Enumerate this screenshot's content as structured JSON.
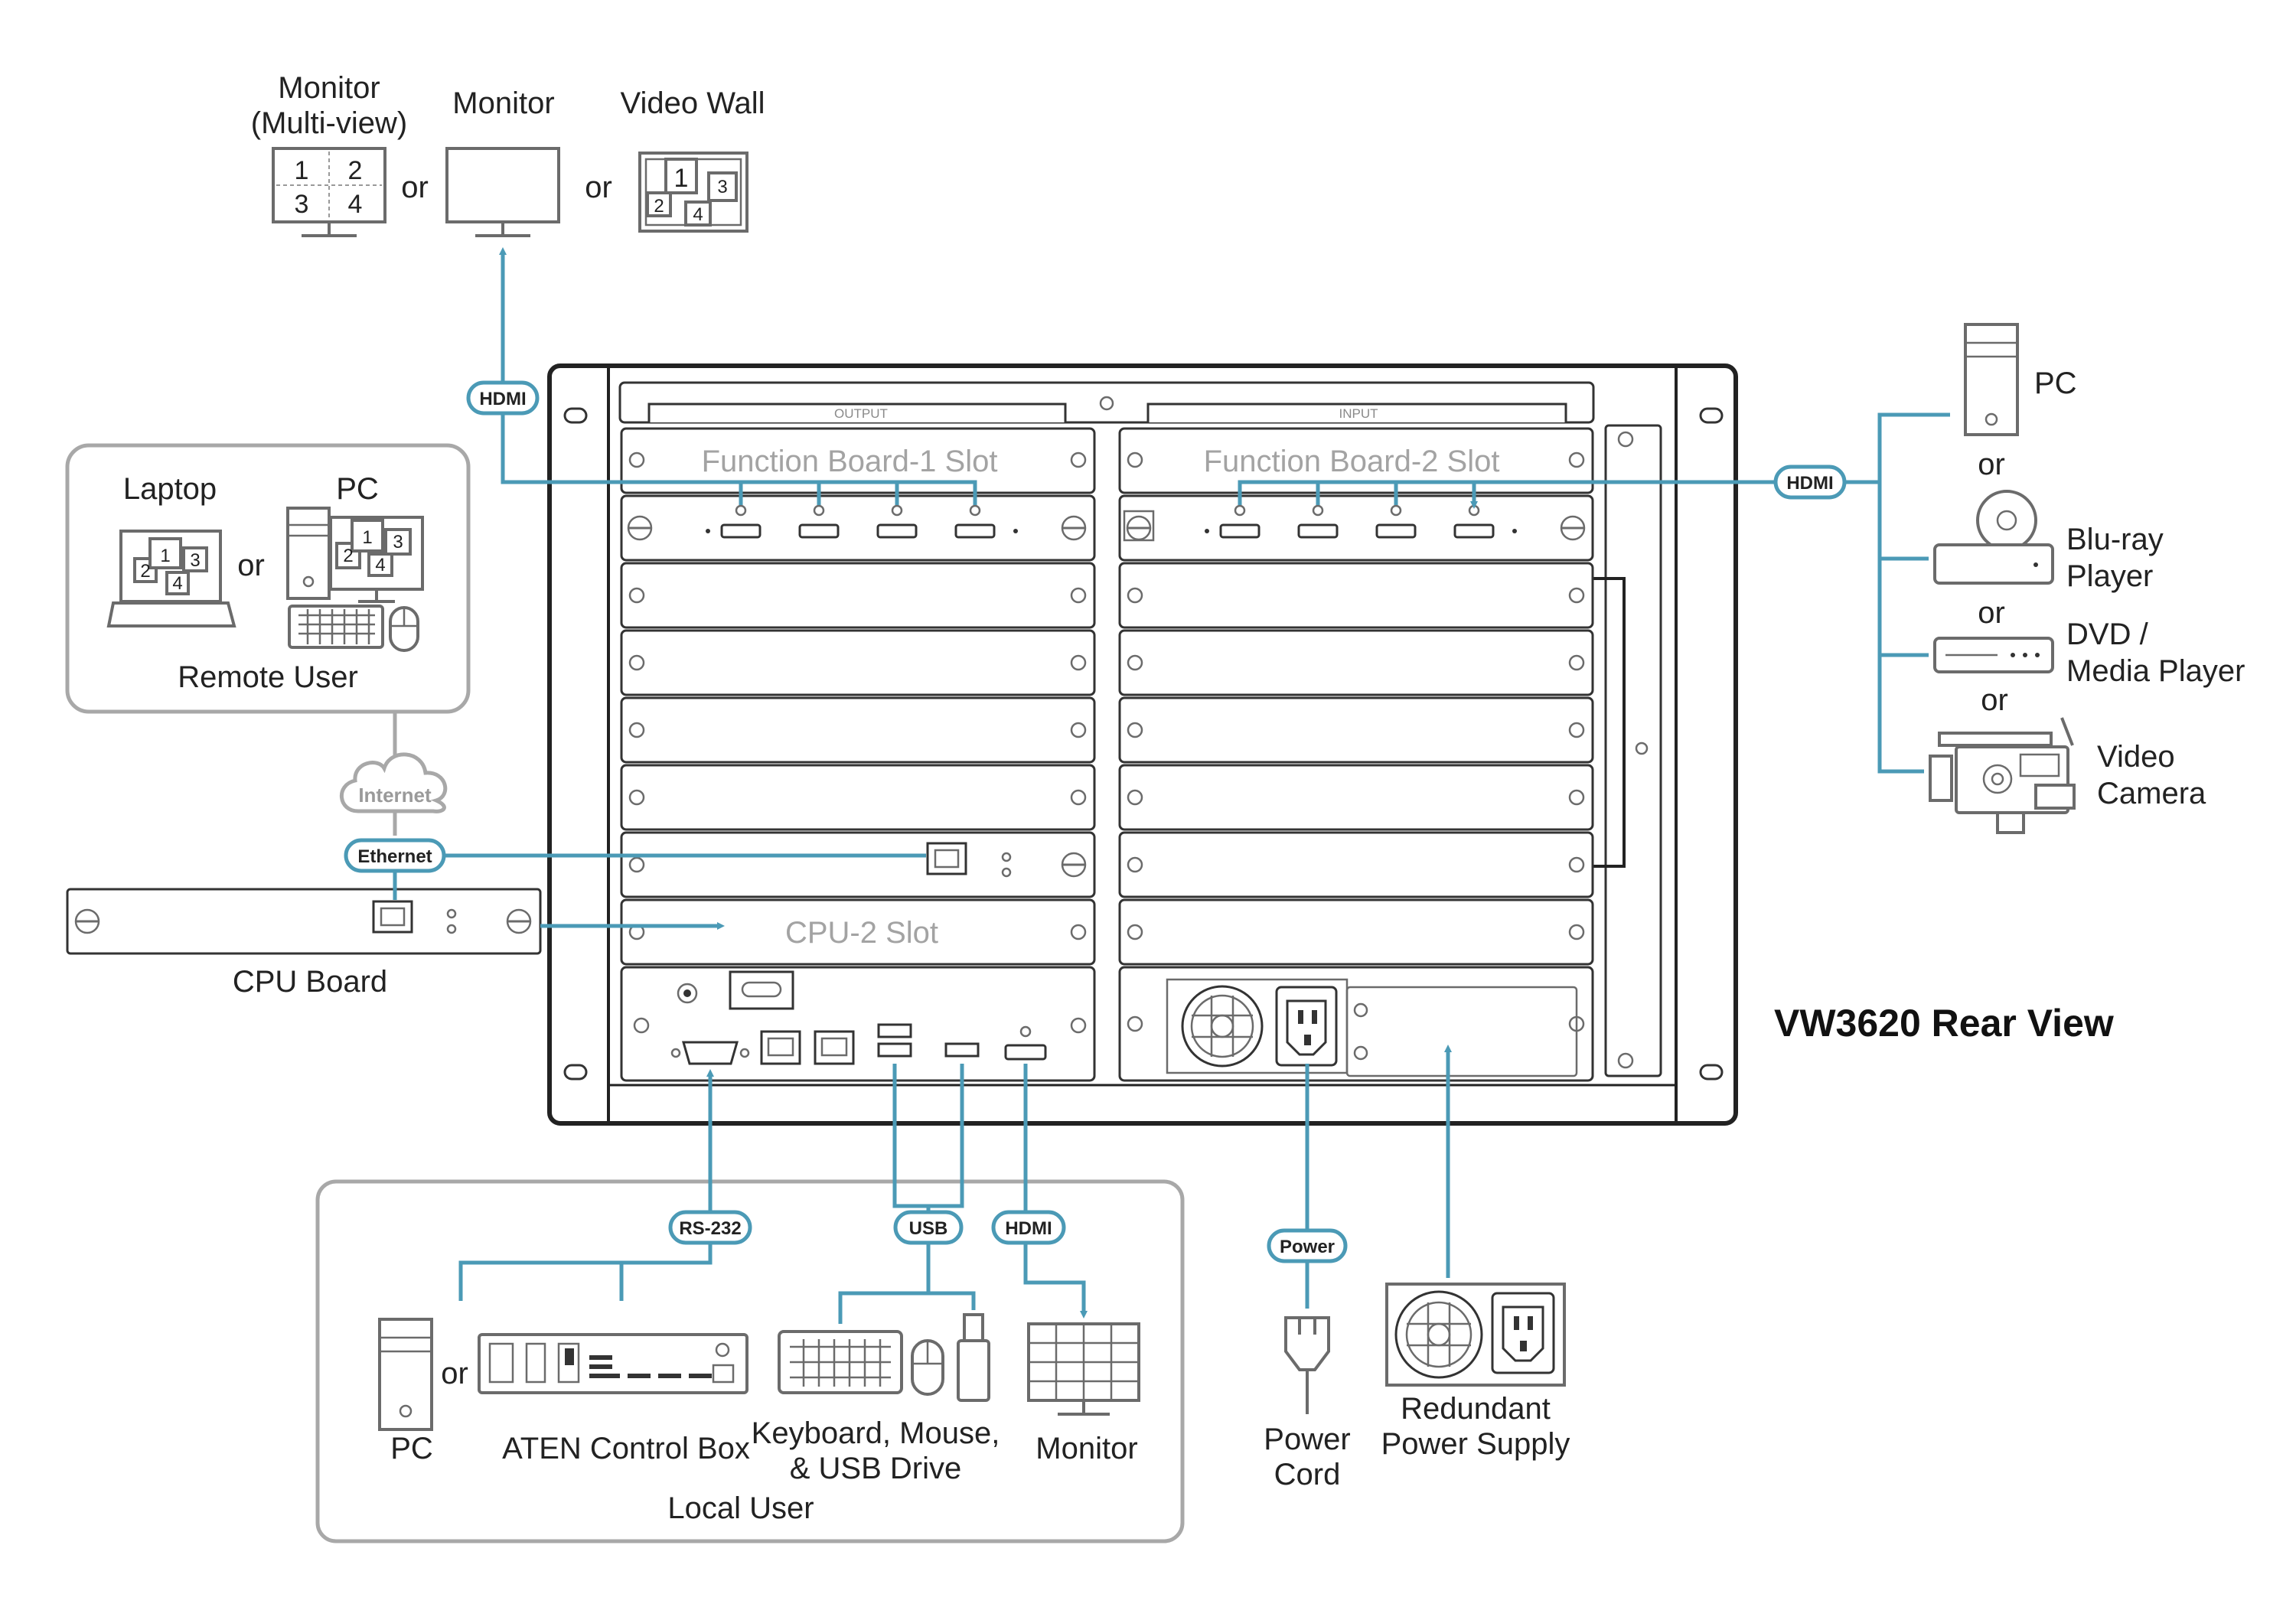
{
  "title": "VW3620 Rear View",
  "chassis": {
    "output_label": "OUTPUT",
    "input_label": "INPUT",
    "function_board_1": "Function Board-1 Slot",
    "function_board_2": "Function Board-2 Slot",
    "cpu2_slot": "CPU-2 Slot"
  },
  "top_outputs": {
    "monitor_multiview": "Monitor (Multi-view)",
    "monitor_multiview_line1": "Monitor",
    "monitor_multiview_line2": "(Multi-view)",
    "multiview_numbers": [
      "1",
      "2",
      "3",
      "4"
    ],
    "monitor": "Monitor",
    "video_wall": "Video Wall",
    "video_wall_numbers": [
      "1",
      "2",
      "3",
      "4"
    ],
    "or_1": "or",
    "or_2": "or"
  },
  "remote_user": {
    "laptop": "Laptop",
    "pc": "PC",
    "or": "or",
    "label": "Remote User",
    "internet": "Internet",
    "screen_numbers": [
      "1",
      "2",
      "3",
      "4"
    ]
  },
  "cpu_board": "CPU Board",
  "sources": {
    "pc": "PC",
    "bluray_line1": "Blu-ray",
    "bluray_line2": "Player",
    "dvd_line1": "DVD /",
    "dvd_line2": "Media Player",
    "camera_line1": "Video",
    "camera_line2": "Camera",
    "or_1": "or",
    "or_2": "or",
    "or_3": "or"
  },
  "local_user": {
    "label": "Local User",
    "pc": "PC",
    "or": "or",
    "control_box": "ATEN Control Box",
    "kbd_line1": "Keyboard, Mouse,",
    "kbd_line2": "& USB Drive",
    "monitor": "Monitor"
  },
  "power": {
    "cord_line1": "Power",
    "cord_line2": "Cord",
    "rps_line1": "Redundant",
    "rps_line2": "Power Supply"
  },
  "connections": {
    "hdmi_out": "HDMI",
    "hdmi_in": "HDMI",
    "ethernet": "Ethernet",
    "rs232": "RS-232",
    "usb": "USB",
    "hdmi_local": "HDMI",
    "power": "Power"
  },
  "colors": {
    "wire": "#4b9ab6",
    "device_stroke": "#6b6b6b",
    "chassis_stroke": "#222222"
  }
}
